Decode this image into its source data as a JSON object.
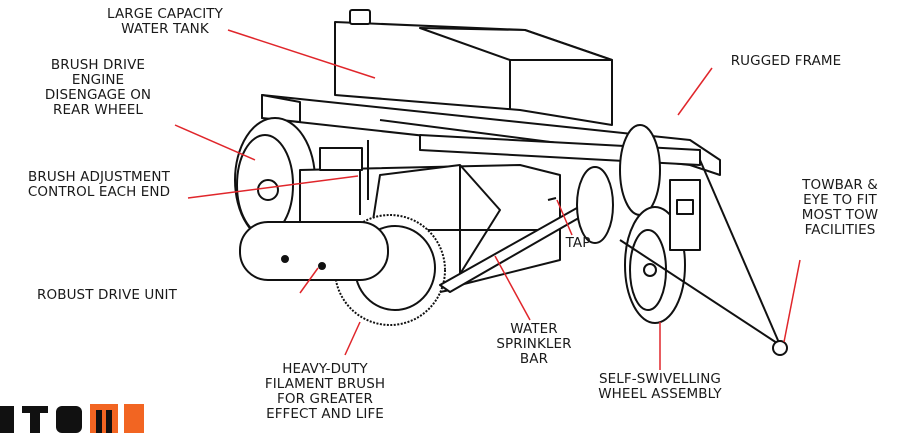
{
  "labels": {
    "water_tank": [
      "LARGE CAPACITY",
      "WATER TANK"
    ],
    "brush_drive": [
      "BRUSH DRIVE",
      "ENGINE",
      "DISENGAGE ON",
      "REAR WHEEL"
    ],
    "brush_adjust": [
      "BRUSH ADJUSTMENT",
      "CONTROL EACH END"
    ],
    "drive_unit": [
      "ROBUST DRIVE UNIT"
    ],
    "rugged_frame": [
      "RUGGED FRAME"
    ],
    "towbar": [
      "TOWBAR &",
      "EYE TO FIT",
      "MOST TOW",
      "FACILITIES"
    ],
    "tap": [
      "TAP"
    ],
    "sprinkler": [
      "WATER",
      "SPRINKLER",
      "BAR"
    ],
    "filament_brush": [
      "HEAVY-DUTY",
      "FILAMENT BRUSH",
      "FOR GREATER",
      "EFFECT AND LIFE"
    ],
    "swivel_wheel": [
      "SELF-SWIVELLING",
      "WHEEL ASSEMBLY"
    ]
  },
  "colors": {
    "leader": "#e0262b",
    "ink": "#1a1a1a",
    "logo_orange": "#f26522"
  },
  "icons": [
    "machine-illustration",
    "brand-logo"
  ]
}
